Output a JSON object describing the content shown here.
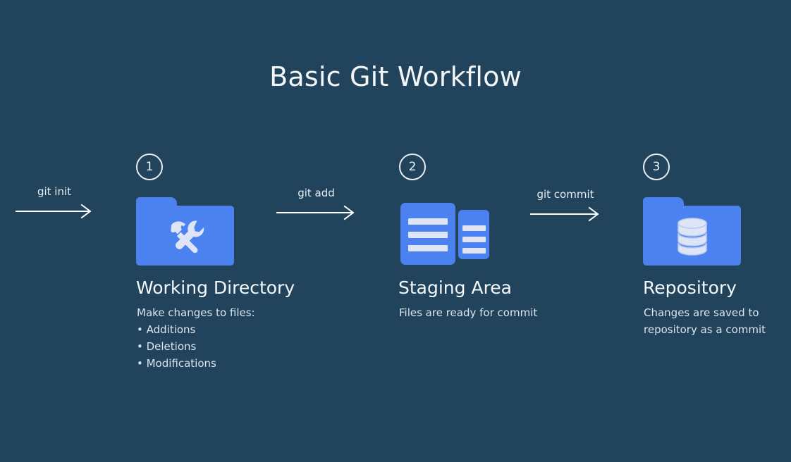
{
  "page": {
    "title": "Basic Git Workflow",
    "background_color": "#21445c",
    "accent_color": "#4b82ef",
    "title_color": "#f2f6f9",
    "text_color": "#dbe4ec"
  },
  "arrows": [
    {
      "id": "git-init",
      "label": "git init"
    },
    {
      "id": "git-add",
      "label": "git add"
    },
    {
      "id": "git-commit",
      "label": "git commit"
    }
  ],
  "stages": [
    {
      "number": "1",
      "title": "Working Directory",
      "icon": "folder-tools-icon",
      "desc_lead": "Make changes to files:",
      "bullets": [
        "• Additions",
        "• Deletions",
        "• Modifications"
      ]
    },
    {
      "number": "2",
      "title": "Staging Area",
      "icon": "document-cards-icon",
      "desc_lead": "Files are ready for commit",
      "bullets": []
    },
    {
      "number": "3",
      "title": "Repository",
      "icon": "folder-database-icon",
      "desc_lead": "Changes are saved to",
      "desc_lead2": "repository as a commit",
      "bullets": []
    }
  ]
}
